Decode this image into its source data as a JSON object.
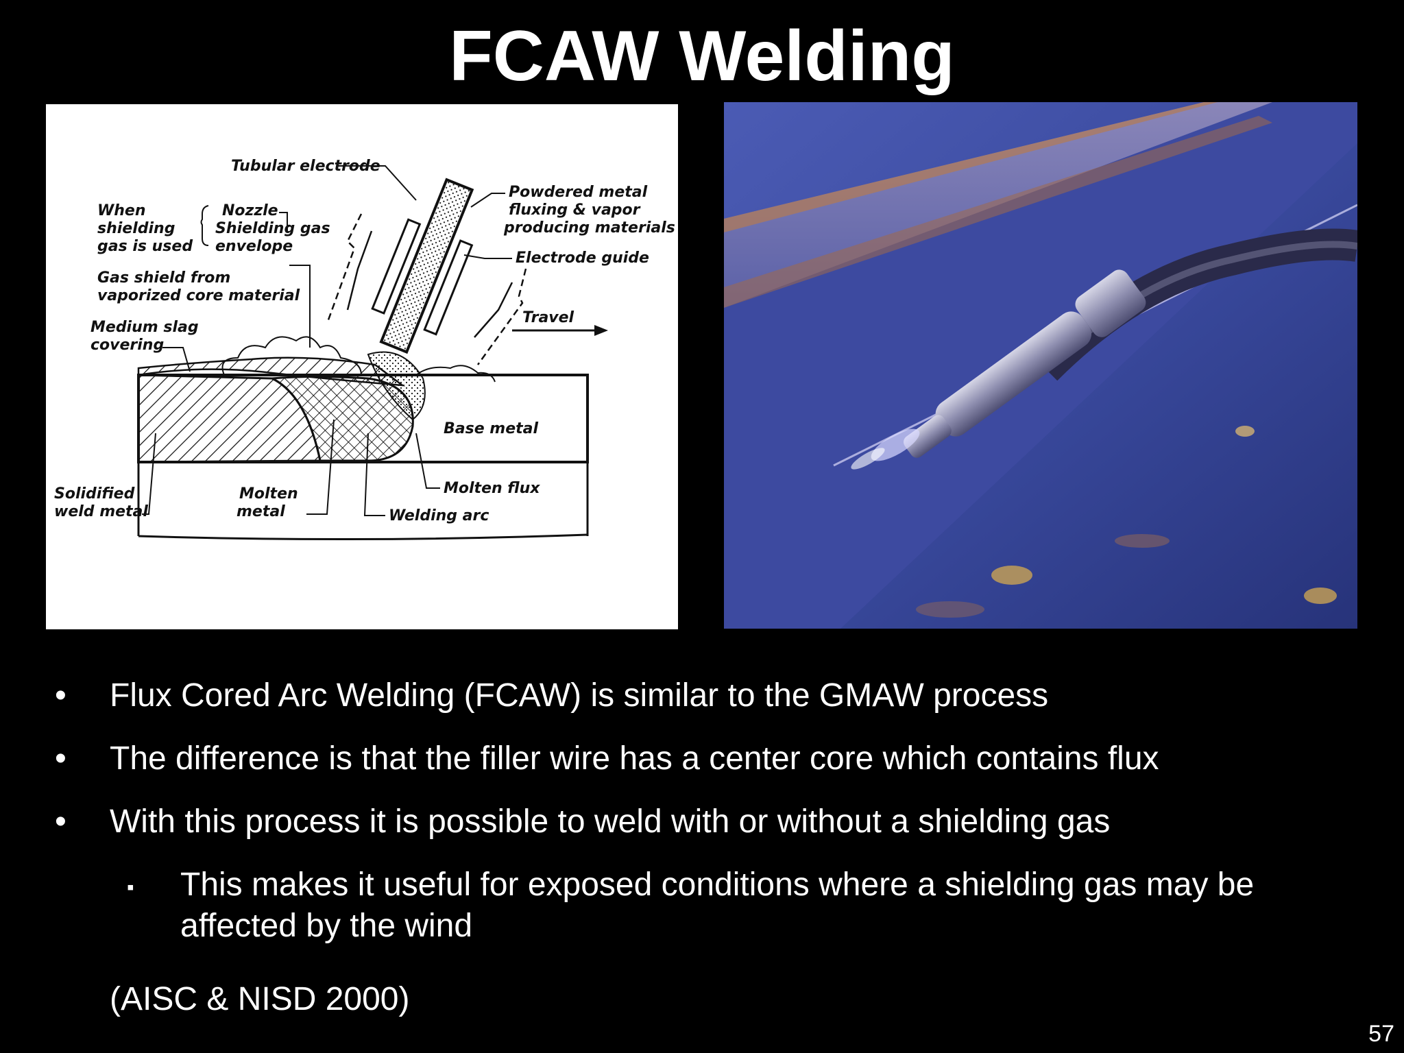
{
  "slide": {
    "title": "FCAW Welding",
    "diagram_labels": {
      "tubular_electrode": "Tubular electrode",
      "when": "When",
      "shielding": "shielding",
      "gas_is_used": "gas is used",
      "nozzle": "Nozzle",
      "shielding_gas": "Shielding gas",
      "envelope": "envelope",
      "powdered_metal": "Powdered metal",
      "fluxing_vapor": "fluxing & vapor",
      "producing_materials": "producing materials",
      "electrode_guide": "Electrode guide",
      "gas_shield_from": "Gas shield from",
      "vaporized_core": "vaporized core material",
      "travel": "Travel",
      "medium_slag": "Medium slag",
      "covering": "covering",
      "base_metal": "Base metal",
      "solidified": "Solidified",
      "weld_metal": "weld metal",
      "molten": "Molten",
      "metal": "metal",
      "molten_flux": "Molten flux",
      "welding_arc": "Welding arc"
    },
    "bullets": [
      "Flux Cored Arc Welding (FCAW) is similar to the GMAW process",
      "The difference is that the filler wire has a center core which contains flux",
      "With this process it is possible to weld with or without a shielding gas"
    ],
    "bullet_marker": "•",
    "sub_marker": "▪",
    "sub_bullet": "This makes it useful for exposed conditions where a shielding gas may be affected by the wind",
    "citation": "(AISC & NISD 2000)",
    "page_number": "57"
  }
}
